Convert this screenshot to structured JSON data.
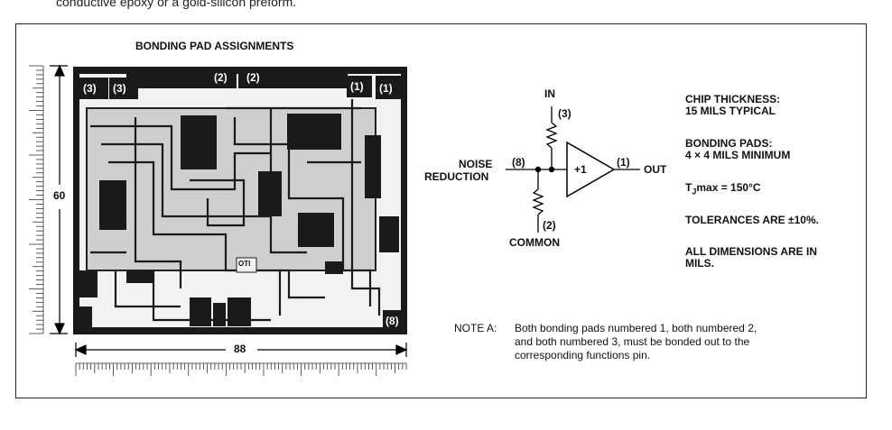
{
  "header_text": "conductive epoxy or a gold-silicon preform.",
  "figure": {
    "title": "BONDING PAD ASSIGNMENTS",
    "dimension_height": "60",
    "dimension_width": "88",
    "chip_pad_labels": [
      "(3)",
      "(3)",
      "(2)",
      "(2)",
      "(1)",
      "(1)",
      "(8)"
    ],
    "chip_marking": "OTI"
  },
  "schematic": {
    "in_label": "IN",
    "in_pin": "(3)",
    "noise_label_line1": "NOISE",
    "noise_label_line2": "REDUCTION",
    "noise_pin": "(8)",
    "amp_label": "+1",
    "out_pin": "(1)",
    "out_label": "OUT",
    "common_pin": "(2)",
    "common_label": "COMMON"
  },
  "specs": {
    "thickness_line1": "CHIP THICKNESS:",
    "thickness_line2": "15 MILS TYPICAL",
    "pads_line1": "BONDING PADS:",
    "pads_line2": "4 × 4 MILS MINIMUM",
    "tj_prefix": "T",
    "tj_sub": "J",
    "tj_rest": "max = 150°C",
    "tolerances": "TOLERANCES ARE ±10%.",
    "dims_line1": "ALL DIMENSIONS ARE IN",
    "dims_line2": "MILS."
  },
  "note": {
    "label": "NOTE A:",
    "line1": "Both bonding pads numbered 1, both numbered 2,",
    "line2": "and both numbered 3, must be bonded out to the",
    "line3": "corresponding functions pin."
  }
}
